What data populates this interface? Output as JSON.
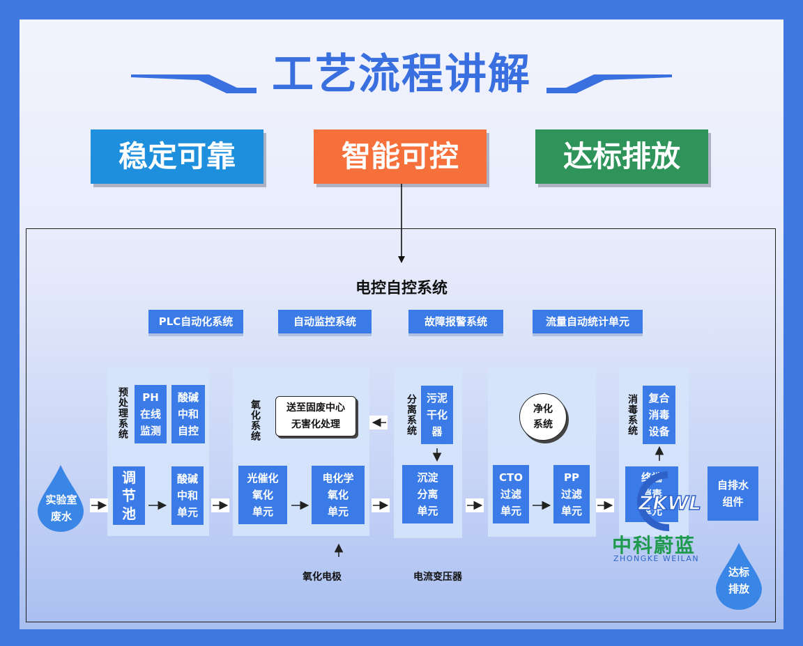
{
  "title": "工艺流程讲解",
  "badges": [
    "稳定可靠",
    "智能可控",
    "达标排放"
  ],
  "colors": {
    "blue": "#1e8fdc",
    "orange": "#f5703a",
    "green": "#2e9459",
    "box": "#3a7be8",
    "logo_green": "#1d9a4c"
  },
  "control": {
    "title": "电控自控系统",
    "systems": [
      "PLC自动化系统",
      "自动监控系统",
      "故障报警系统",
      "流量自动统计单元"
    ]
  },
  "process": {
    "input": "实验室\n废水",
    "output": "达标\n排放",
    "pretreat": {
      "label": "预处理系统",
      "ph": "PH\n在线\n监测",
      "acid_ctrl": "酸碱\n中和\n自控",
      "tank": "调\n节\n池",
      "neutral": "酸碱\n中和\n单元"
    },
    "oxidation": {
      "label": "氧化系统",
      "waste_center": "送至固废中心\n无害化处理",
      "photo": "光催化\n氧化\n单元",
      "electro": "电化学\n氧化\n单元",
      "electrode": "氧化电极"
    },
    "separation": {
      "label": "分离系统",
      "sludge": "污泥\n干化\n器",
      "sediment": "沉淀\n分离\n单元",
      "transformer": "电流变压器"
    },
    "purify": {
      "label": "净化\n系统",
      "cto": "CTO\n过滤\n单元",
      "pp": "PP\n过滤\n单元"
    },
    "disinfect": {
      "label": "消毒系统",
      "compound": "复合\n消毒\n设备",
      "uv": "终端\n消毒\n单元"
    },
    "drain": "自排水\n组件"
  },
  "logo": {
    "mark": "ZKWL",
    "cn": "中科蔚蓝",
    "en": "ZHONGKE WEILAN"
  }
}
